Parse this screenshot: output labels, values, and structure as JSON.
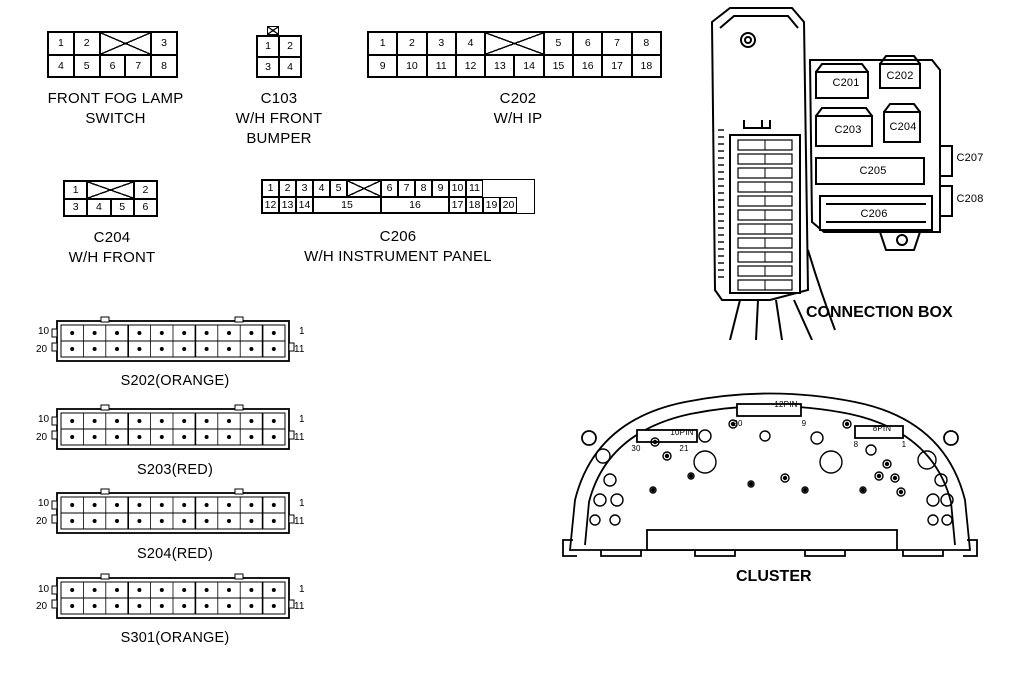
{
  "connectors": {
    "front_fog_lamp_switch": {
      "row1": [
        "1",
        "2",
        "3"
      ],
      "row2": [
        "4",
        "5",
        "6",
        "7",
        "8"
      ],
      "label": [
        "FRONT FOG LAMP",
        "SWITCH"
      ]
    },
    "c103": {
      "row1": [
        "1",
        "2"
      ],
      "row2": [
        "3",
        "4"
      ],
      "label": [
        "C103",
        "W/H FRONT",
        "BUMPER"
      ]
    },
    "c202": {
      "row1": [
        "1",
        "2",
        "3",
        "4",
        "5",
        "6",
        "7",
        "8"
      ],
      "row2": [
        "9",
        "10",
        "11",
        "12",
        "13",
        "14",
        "15",
        "16",
        "17",
        "18"
      ],
      "label": [
        "C202",
        "W/H IP"
      ]
    },
    "c204": {
      "row1": [
        "1",
        "2"
      ],
      "row2": [
        "3",
        "4",
        "5",
        "6"
      ],
      "label": [
        "C204",
        "W/H FRONT"
      ]
    },
    "c206": {
      "row1": [
        "1",
        "2",
        "3",
        "4",
        "5",
        "6",
        "7",
        "8",
        "9",
        "10",
        "11"
      ],
      "row2": [
        "12",
        "13",
        "14",
        "15",
        "16",
        "17",
        "18",
        "19",
        "20"
      ],
      "label": [
        "C206",
        "W/H INSTRUMENT PANEL"
      ]
    }
  },
  "splices": [
    {
      "label": "S202(ORANGE)",
      "pin_left_top": "10",
      "pin_left_bottom": "20",
      "pin_right_top": "1",
      "pin_right_bottom": "11"
    },
    {
      "label": "S203(RED)",
      "pin_left_top": "10",
      "pin_left_bottom": "20",
      "pin_right_top": "1",
      "pin_right_bottom": "11"
    },
    {
      "label": "S204(RED)",
      "pin_left_top": "10",
      "pin_left_bottom": "20",
      "pin_right_top": "1",
      "pin_right_bottom": "11"
    },
    {
      "label": "S301(ORANGE)",
      "pin_left_top": "10",
      "pin_left_bottom": "20",
      "pin_right_top": "1",
      "pin_right_bottom": "11"
    }
  ],
  "connection_box": {
    "title": "CONNECTION BOX",
    "callouts": [
      "C201",
      "C202",
      "C203",
      "C204",
      "C205",
      "C206",
      "C207",
      "C208"
    ]
  },
  "cluster": {
    "title": "CLUSTER",
    "conn_12pin": {
      "label": "12PIN",
      "pin_a": "20",
      "pin_b": "9"
    },
    "conn_10pin": {
      "label": "10PIN",
      "pin_a": "30",
      "pin_b": "21"
    },
    "conn_8pin": {
      "label": "8PIN",
      "pin_a": "8",
      "pin_b": "1"
    }
  }
}
